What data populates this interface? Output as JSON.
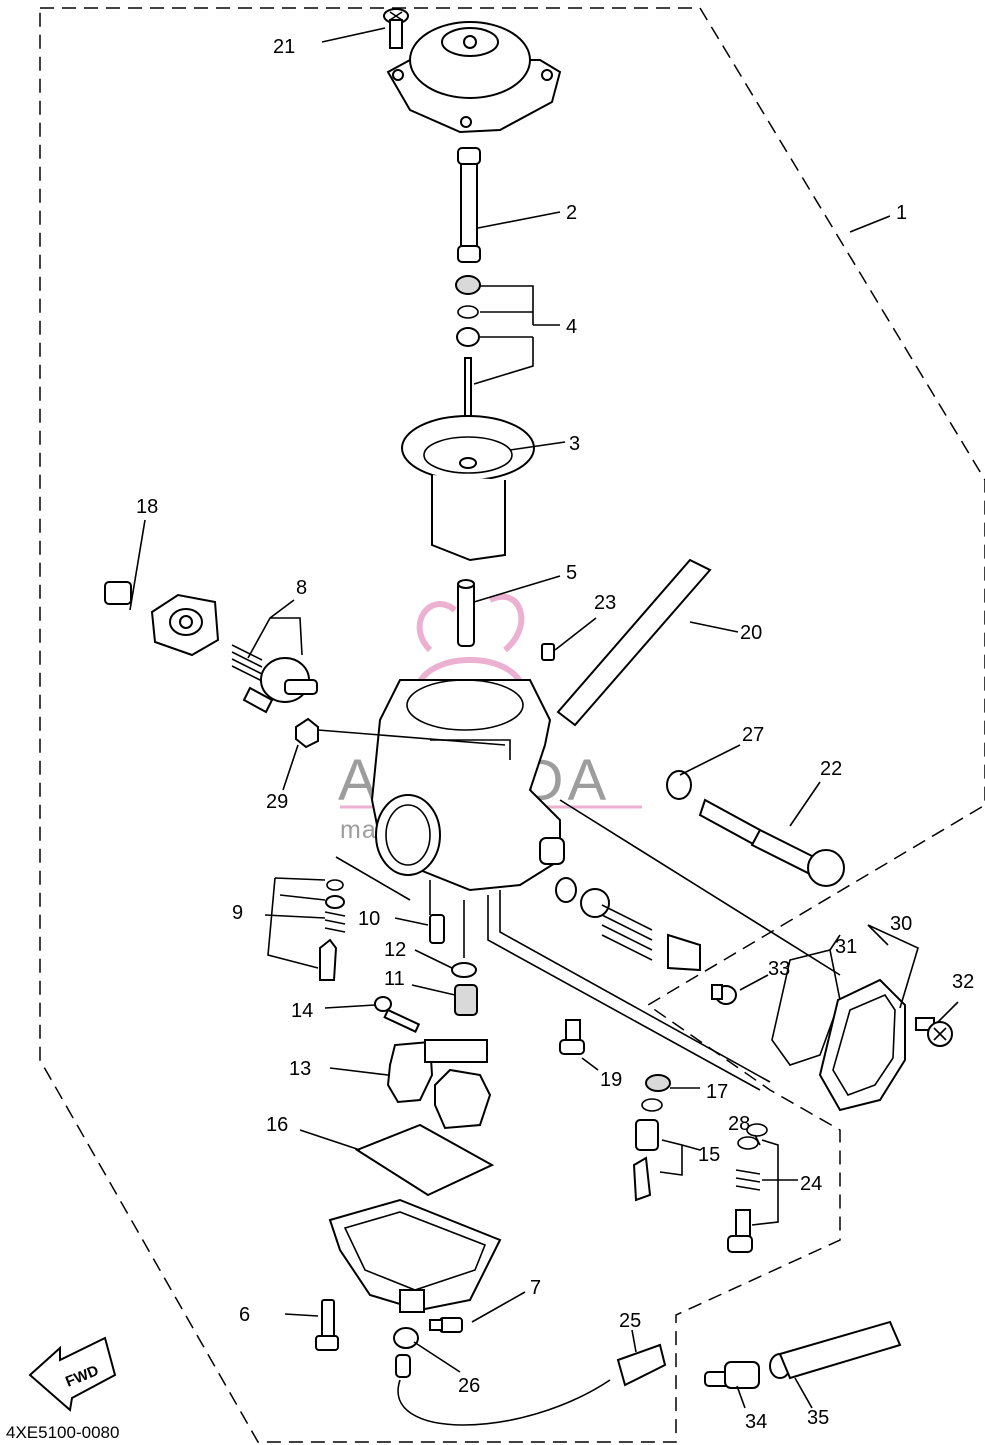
{
  "diagram_code": "4XE5100-0080",
  "direction_badge": {
    "text": "FWD",
    "icon": "arrow-icon"
  },
  "watermark": {
    "brand": "ARMADA",
    "tagline": "marine outboards",
    "logo": "propeller-logo",
    "accent_color": "#e9a3c9"
  },
  "colors": {
    "line": "#000000",
    "background": "#ffffff",
    "shade": "#d9d9d9"
  },
  "callouts": {
    "c1": "1",
    "c2": "2",
    "c3": "3",
    "c4": "4",
    "c5": "5",
    "c6": "6",
    "c7": "7",
    "c8": "8",
    "c9": "9",
    "c10": "10",
    "c11": "11",
    "c12": "12",
    "c13": "13",
    "c14": "14",
    "c15": "15",
    "c16": "16",
    "c17": "17",
    "c18": "18",
    "c19": "19",
    "c20": "20",
    "c21": "21",
    "c22": "22",
    "c23": "23",
    "c24": "24",
    "c25": "25",
    "c26": "26",
    "c27": "27",
    "c28": "28",
    "c29": "29",
    "c30": "30",
    "c31": "31",
    "c32": "32",
    "c33": "33",
    "c34": "34",
    "c35": "35"
  }
}
